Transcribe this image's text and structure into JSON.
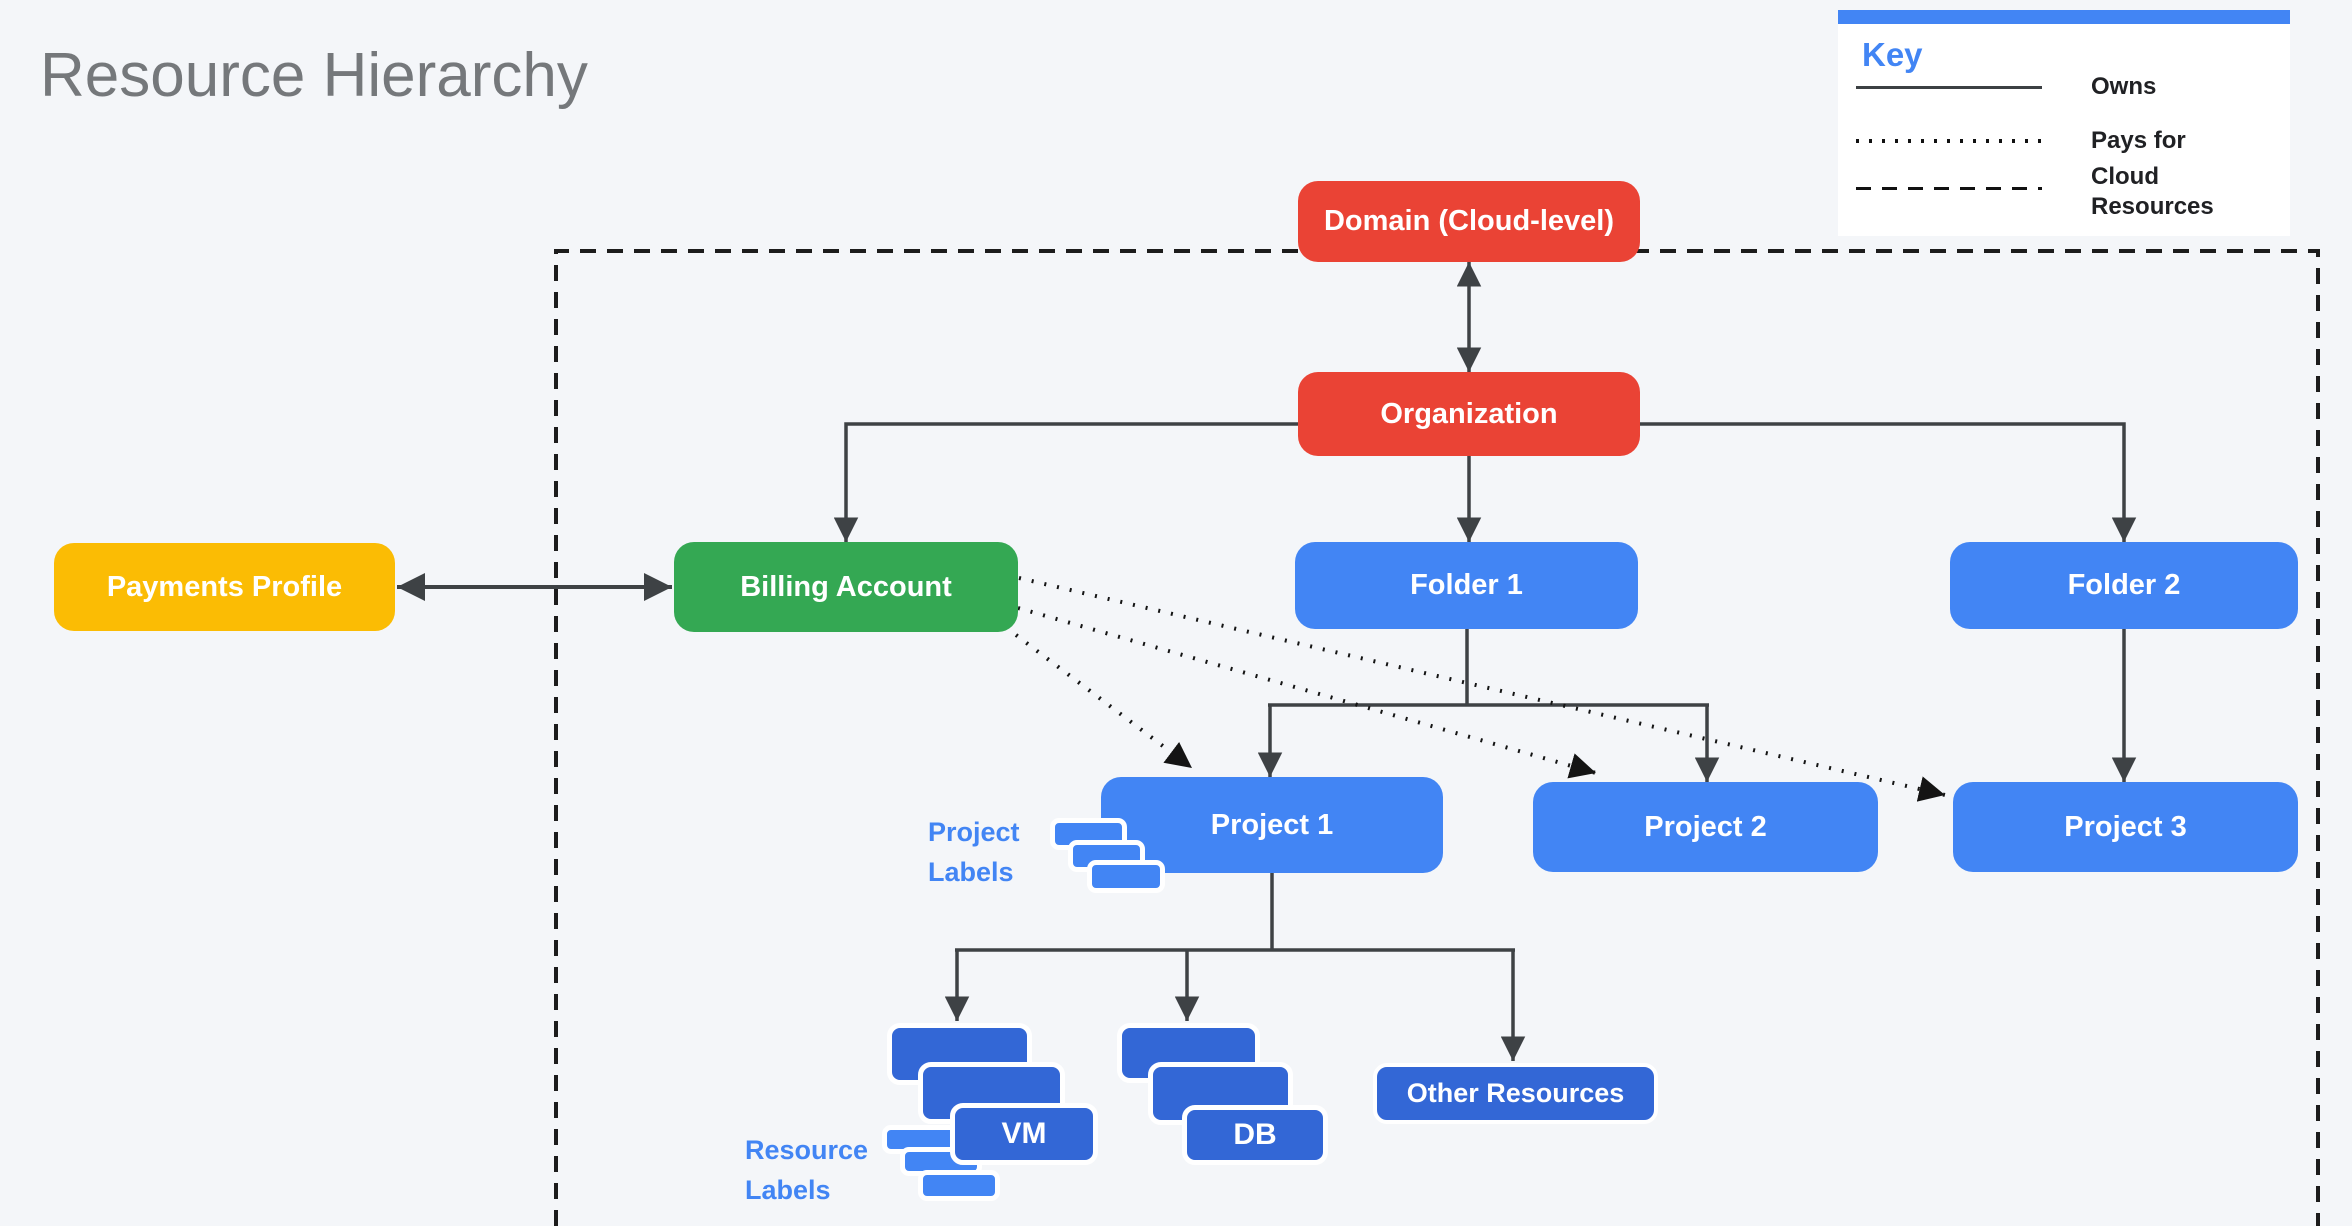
{
  "title": "Resource Hierarchy",
  "legend": {
    "heading": "Key",
    "items": [
      {
        "label": "Owns",
        "line_style": "solid"
      },
      {
        "label": "Pays for",
        "line_style": "dotted"
      },
      {
        "label": "Cloud Resources",
        "line_style": "dashed"
      }
    ]
  },
  "nodes": {
    "domain": {
      "label": "Domain (Cloud-level)",
      "color": "#EA4335"
    },
    "organization": {
      "label": "Organization",
      "color": "#EA4335"
    },
    "payments_profile": {
      "label": "Payments Profile",
      "color": "#FBBC04"
    },
    "billing_account": {
      "label": "Billing Account",
      "color": "#34A853"
    },
    "folder1": {
      "label": "Folder 1",
      "color": "#4285F4"
    },
    "folder2": {
      "label": "Folder 2",
      "color": "#4285F4"
    },
    "project1": {
      "label": "Project 1",
      "color": "#4285F4"
    },
    "project2": {
      "label": "Project 2",
      "color": "#4285F4"
    },
    "project3": {
      "label": "Project 3",
      "color": "#4285F4"
    },
    "vm": {
      "label": "VM",
      "color": "#3367D6"
    },
    "db": {
      "label": "DB",
      "color": "#3367D6"
    },
    "other_resources": {
      "label": "Other Resources",
      "color": "#3367D6"
    }
  },
  "annotations": {
    "project_labels": "Project Labels",
    "resource_labels": "Resource Labels"
  },
  "edges": {
    "domain_organization": "owns (bidirectional)",
    "organization_billing_account": "owns",
    "organization_folder1": "owns",
    "organization_folder2": "owns",
    "payments_profile_billing_account": "bidirectional",
    "folder1_project1": "owns",
    "folder1_project2": "owns",
    "folder2_project3": "owns",
    "billing_account_project1": "pays for",
    "billing_account_project2": "pays for",
    "billing_account_project3": "pays for",
    "project1_vm": "owns",
    "project1_db": "owns",
    "project1_other_resources": "owns"
  },
  "colors": {
    "background": "#F4F6F9",
    "red": "#EA4335",
    "green": "#34A853",
    "yellow": "#FBBC04",
    "blue": "#4285F4",
    "dark_blue": "#3367D6",
    "connector": "#3E4245",
    "dotted_line": "#141414",
    "dashed_border": "#1C1C1C",
    "annotation_text": "#4285F4",
    "title_text": "#75787B"
  }
}
